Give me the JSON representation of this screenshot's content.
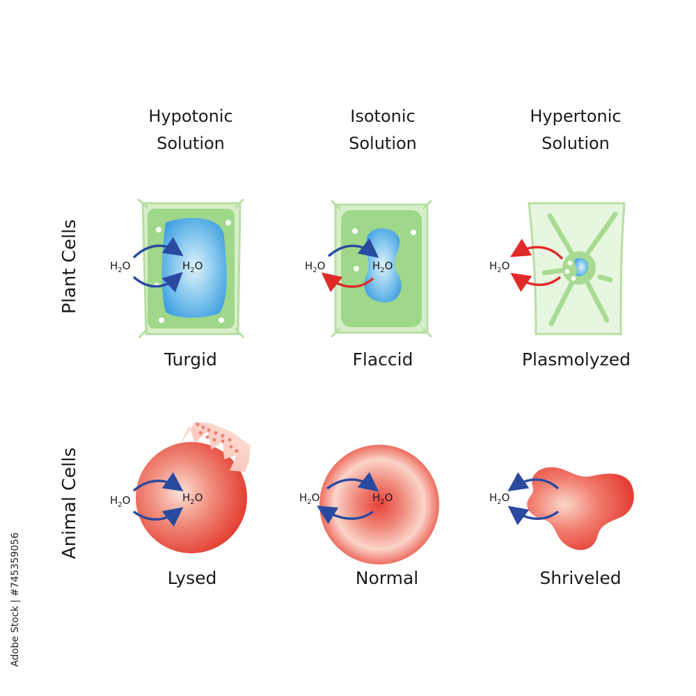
{
  "columns": [
    {
      "line1": "Hypotonic",
      "line2": "Solution"
    },
    {
      "line1": "Isotonic",
      "line2": "Solution"
    },
    {
      "line1": "Hypertonic",
      "line2": "Solution"
    }
  ],
  "rows": {
    "plant": "Plant Cells",
    "animal": "Animal Cells"
  },
  "plant_states": [
    "Turgid",
    "Flaccid",
    "Plasmolyzed"
  ],
  "animal_states": [
    "Lysed",
    "Normal",
    "Shriveled"
  ],
  "water": {
    "formula": "H",
    "subscript": "2",
    "suffix": "O"
  },
  "watermark_text": "Adobe Stock | #745359056",
  "colors": {
    "cell_wall": "#c9e8b8",
    "cytoplasm": "#8fd07c",
    "vacuole": "#3fa0e0",
    "rbc": "#e8433a",
    "arrow_in": "#2a4aa0",
    "arrow_out": "#e02a2a"
  }
}
